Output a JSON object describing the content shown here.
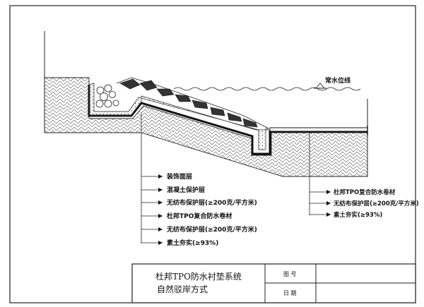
{
  "water_level_label": "常水位线",
  "left_callouts": [
    "装饰面层",
    "混凝土保护层",
    "无纺布保护层(≥200克/平方米)",
    "杜邦TPO复合防水卷材",
    "无纺布保护层(≥200克/平方米)",
    "素土夯实(≥93%)"
  ],
  "right_callouts": [
    "杜邦TPO复合防水卷材",
    "无纺布保护层(≥200克/平方米)",
    "素土夯实(≥93%)"
  ],
  "title_block": {
    "title_line1": "杜邦TPO防水衬垫系统",
    "title_line2": "自然驳岸方式",
    "drawing_no_label": "图 号",
    "date_label": "日 期"
  }
}
